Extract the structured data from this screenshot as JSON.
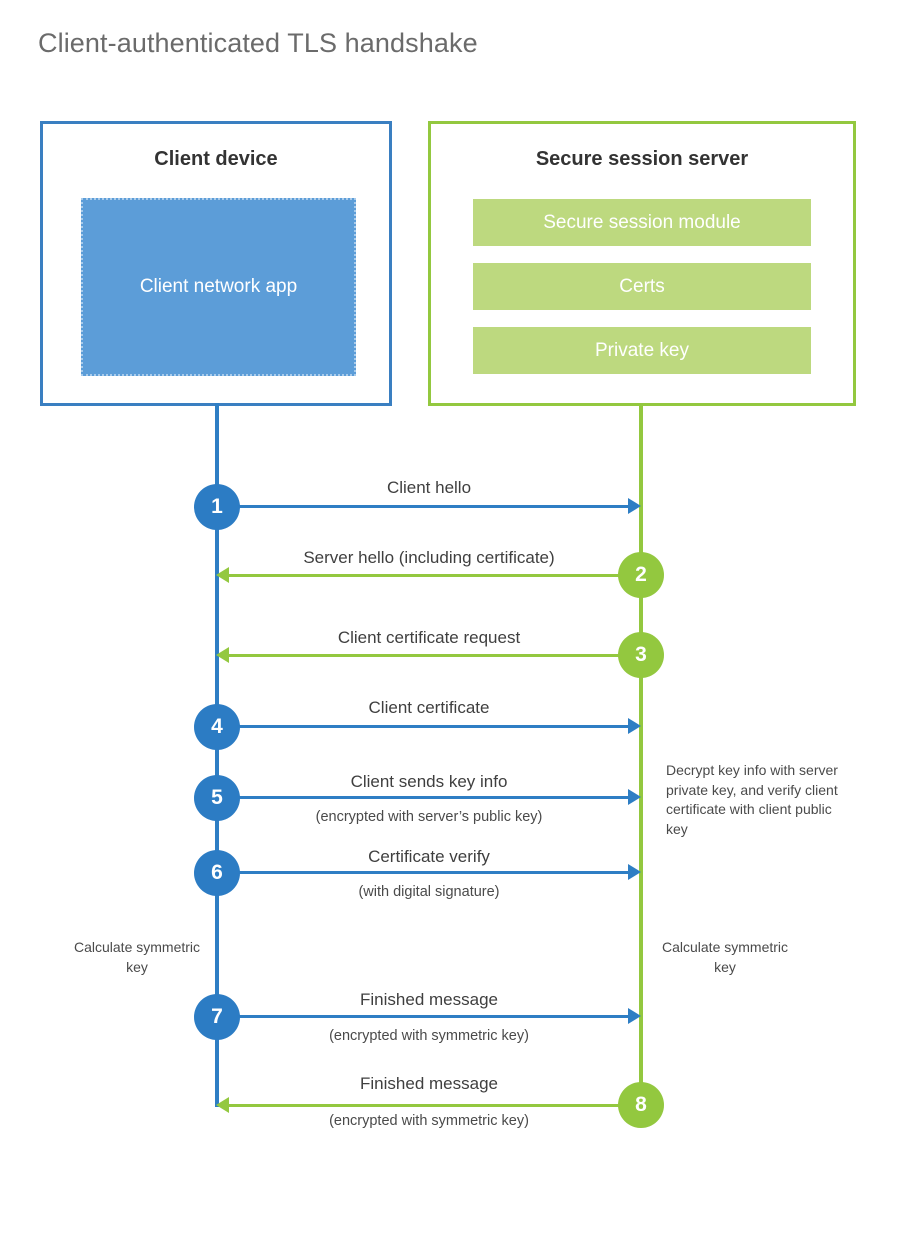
{
  "title": "Client-authenticated TLS handshake",
  "colors": {
    "client_blue": "#2e7ec4",
    "client_circle_blue": "#2c7cc4",
    "client_app_fill": "#5c9dd8",
    "client_border": "#3a7fc1",
    "server_green": "#93c83f",
    "server_bar_fill": "#bdd97f",
    "server_border": "#93c83f",
    "title_gray": "#6b6b6b",
    "text_gray": "#3f3f3f"
  },
  "client": {
    "title": "Client device",
    "app_label": "Client network app"
  },
  "server": {
    "title": "Secure session server",
    "modules": [
      "Secure session module",
      "Certs",
      "Private key"
    ]
  },
  "steps": [
    {
      "number": "1",
      "label": "Client hello",
      "sublabel": "",
      "direction": "client-to-server",
      "side": "client"
    },
    {
      "number": "2",
      "label": "Server hello (including certificate)",
      "sublabel": "",
      "direction": "server-to-client",
      "side": "server"
    },
    {
      "number": "3",
      "label": "Client certificate request",
      "sublabel": "",
      "direction": "server-to-client",
      "side": "server"
    },
    {
      "number": "4",
      "label": "Client certificate",
      "sublabel": "",
      "direction": "client-to-server",
      "side": "client"
    },
    {
      "number": "5",
      "label": "Client sends key info",
      "sublabel": "(encrypted with server’s public key)",
      "direction": "client-to-server",
      "side": "client"
    },
    {
      "number": "6",
      "label": "Certificate verify",
      "sublabel": "(with digital signature)",
      "direction": "client-to-server",
      "side": "client"
    },
    {
      "number": "7",
      "label": "Finished message",
      "sublabel": "(encrypted with symmetric key)",
      "direction": "client-to-server",
      "side": "client"
    },
    {
      "number": "8",
      "label": "Finished message",
      "sublabel": "(encrypted with symmetric key)",
      "direction": "server-to-client",
      "side": "server"
    }
  ],
  "notes": {
    "server_decrypt": "Decrypt key info with server private key, and verify client certificate with client public key",
    "client_calc": "Calculate symmetric key",
    "server_calc": "Calculate symmetric key"
  }
}
